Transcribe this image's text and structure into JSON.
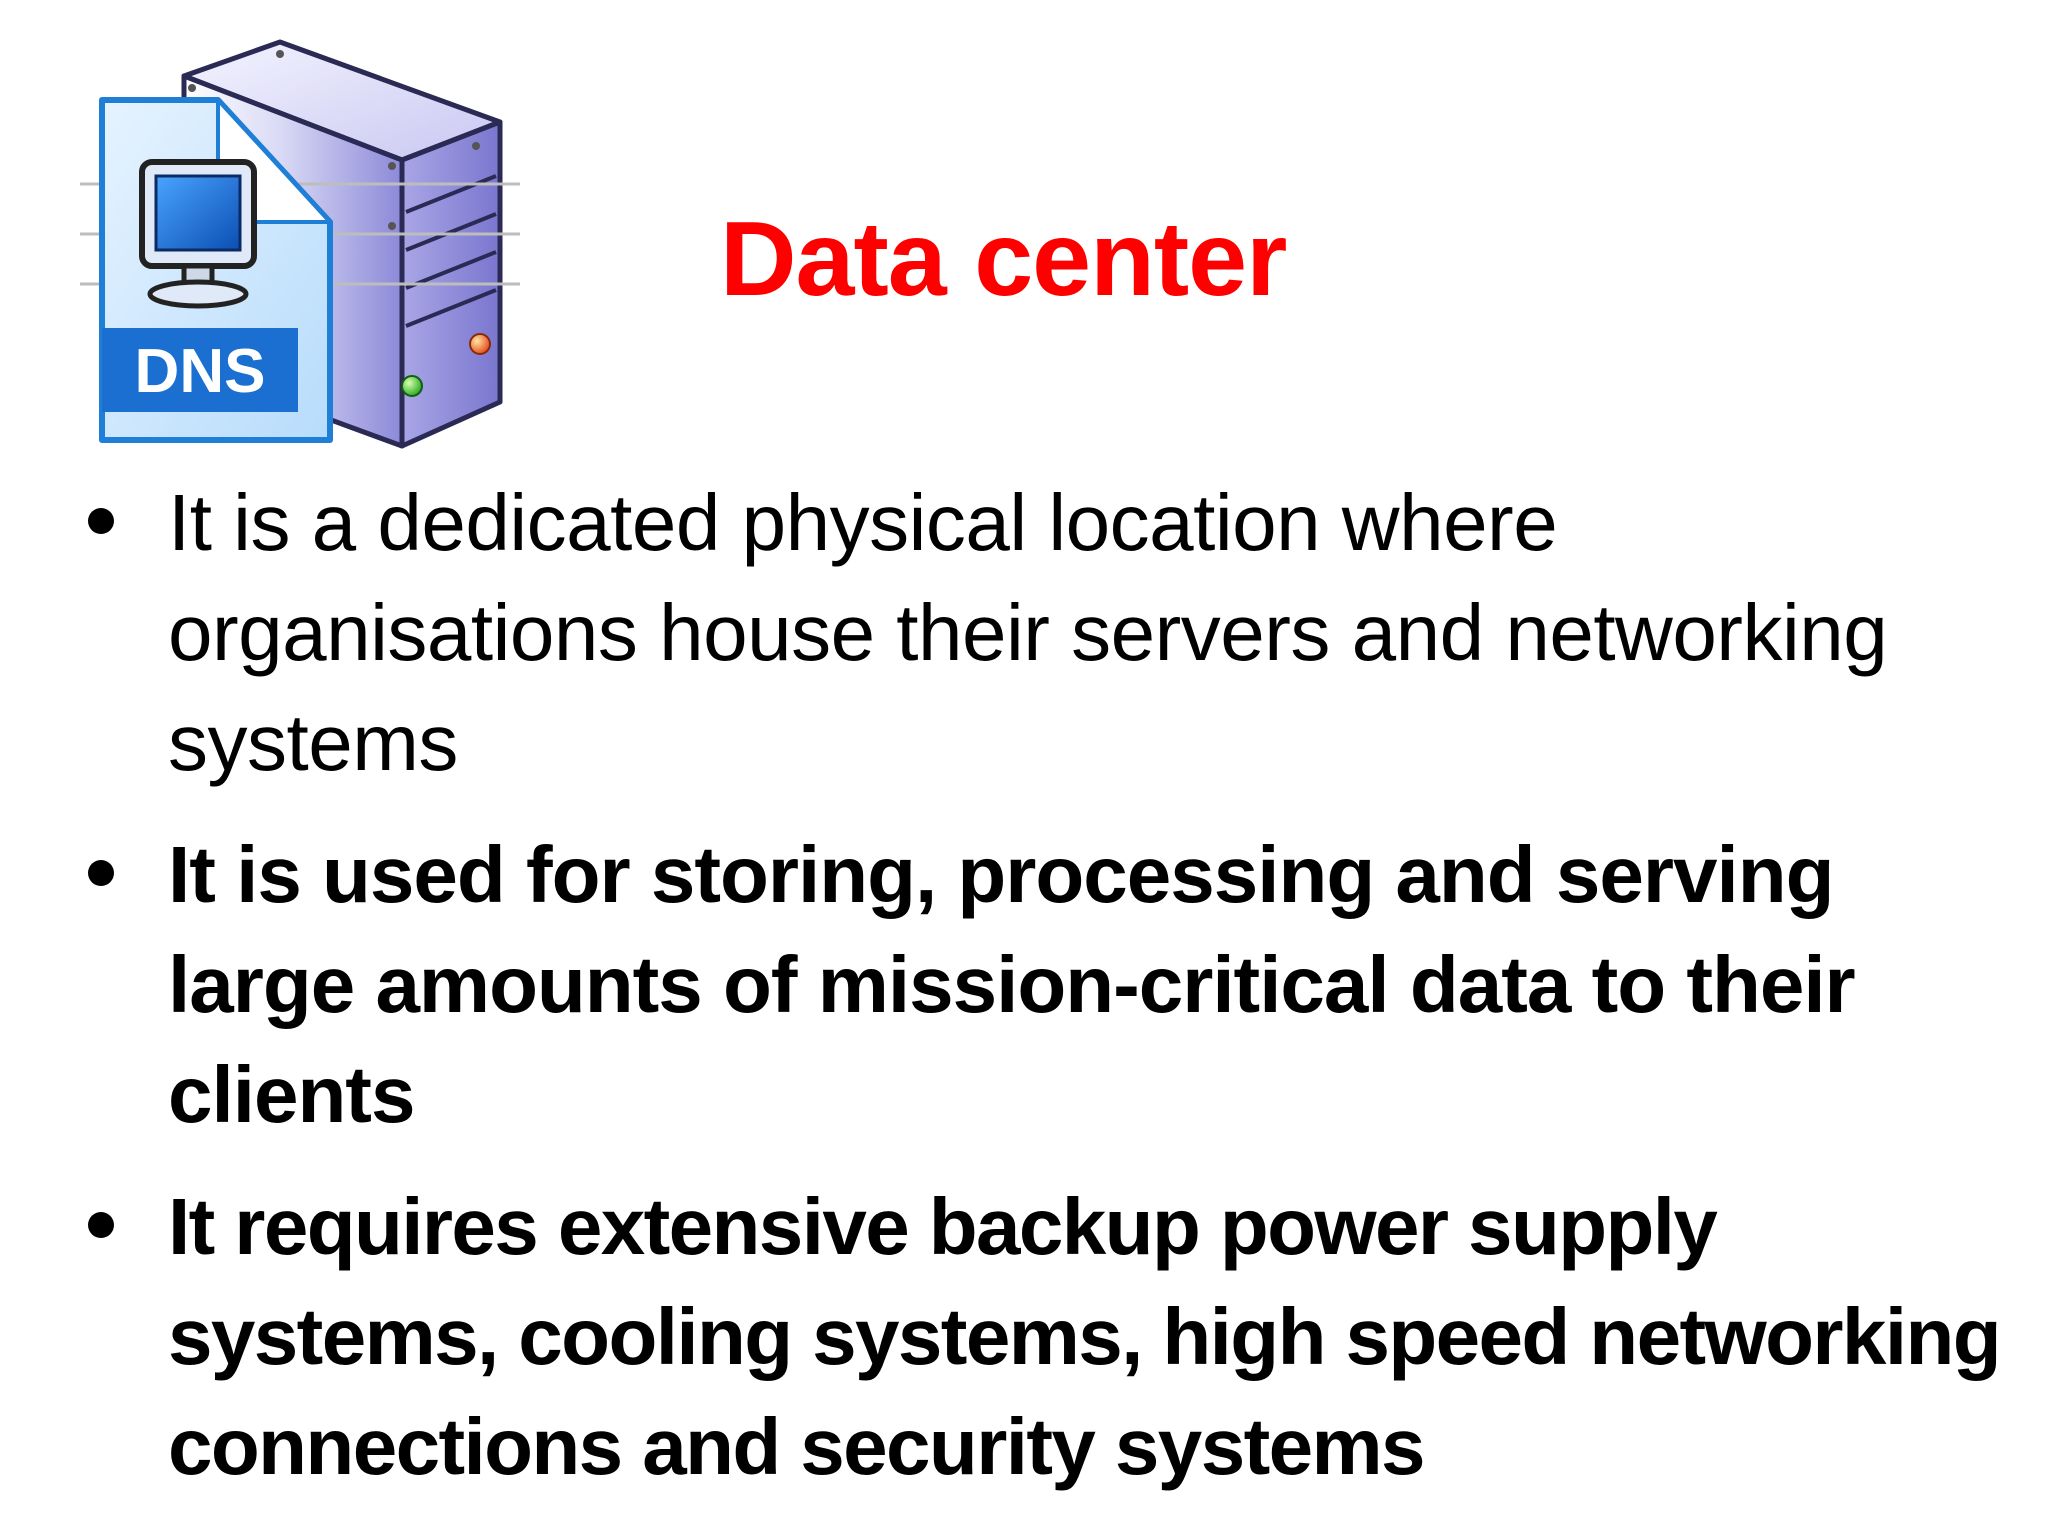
{
  "slide": {
    "title": "Data center",
    "title_color": "#ff0000",
    "logo": {
      "icon": "dns-server-icon",
      "label": "DNS"
    },
    "bullets": [
      {
        "text": "It is a  dedicated physical location where organisations house their servers and networking systems",
        "bold": false
      },
      {
        "text": "It is used for storing, processing and serving large amounts of mission-critical data to their clients",
        "bold": true
      },
      {
        "text": "It requires extensive backup power supply systems, cooling systems, high speed networking connections and security systems",
        "bold": true
      }
    ]
  }
}
